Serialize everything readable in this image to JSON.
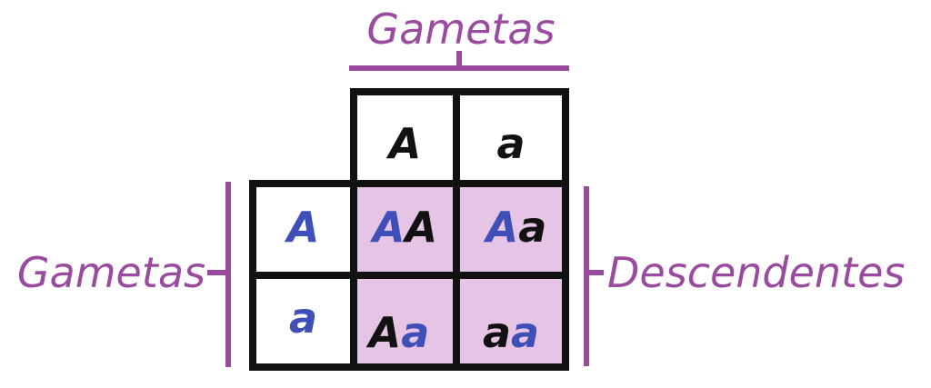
{
  "labels": {
    "top": "Gametas",
    "left": "Gametas",
    "right": "Descendentes"
  },
  "header_row": {
    "cols": [
      {
        "parts": [
          {
            "text": "A",
            "color": "dark"
          }
        ]
      },
      {
        "parts": [
          {
            "text": "a",
            "color": "dark"
          }
        ]
      }
    ]
  },
  "rows": [
    {
      "header": {
        "parts": [
          {
            "text": "A",
            "color": "blue"
          }
        ]
      },
      "cells": [
        {
          "parts": [
            {
              "text": "A",
              "color": "blue"
            },
            {
              "text": "A",
              "color": "dark"
            }
          ]
        },
        {
          "parts": [
            {
              "text": "A",
              "color": "blue"
            },
            {
              "text": "a",
              "color": "dark"
            }
          ]
        }
      ]
    },
    {
      "header": {
        "parts": [
          {
            "text": "a",
            "color": "blue"
          }
        ]
      },
      "cells": [
        {
          "parts": [
            {
              "text": "A",
              "color": "dark"
            },
            {
              "text": "a",
              "color": "blue"
            }
          ]
        },
        {
          "parts": [
            {
              "text": "a",
              "color": "dark"
            },
            {
              "text": "a",
              "color": "blue"
            }
          ]
        }
      ]
    }
  ],
  "colors": {
    "label": "#9b4b9f",
    "dark": "#111111",
    "blue": "#3e4fb8",
    "offspring_fill": "#e5c4e5",
    "border": "#111111",
    "bracket": "#9b4b9f"
  }
}
